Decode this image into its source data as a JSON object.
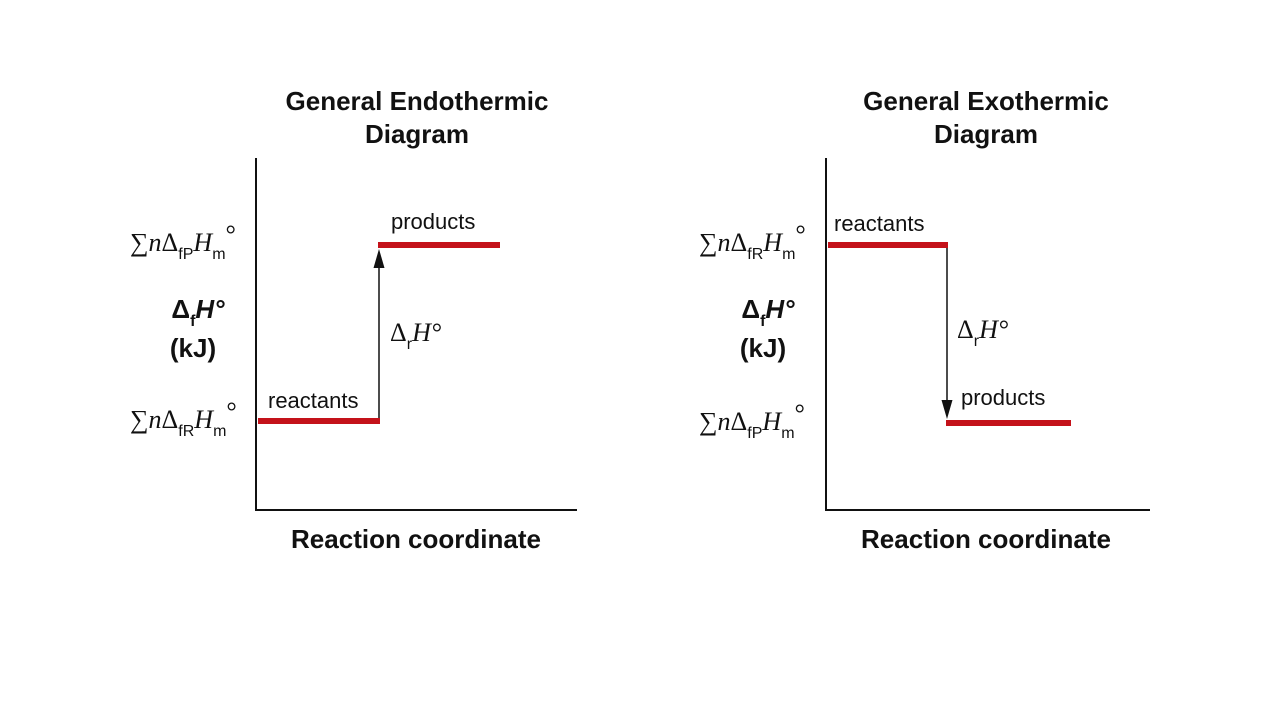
{
  "colors": {
    "level": "#c4121a",
    "axis": "#111111",
    "background": "#ffffff"
  },
  "diagrams": [
    {
      "id": "endothermic",
      "title_line1": "General Endothermic",
      "title_line2": "Diagram",
      "xlabel": "Reaction coordinate",
      "ylabel": {
        "delta": "Δ",
        "sub": "f",
        "symbol": "H°",
        "unit": "(kJ)"
      },
      "upper_level": {
        "label": "products",
        "sum": "∑",
        "n": "n",
        "delta": "Δ",
        "sub": "fP",
        "H": "H",
        "sub2": "m",
        "deg": "°"
      },
      "lower_level": {
        "label": "reactants",
        "sum": "∑",
        "n": "n",
        "delta": "Δ",
        "sub": "fR",
        "H": "H",
        "sub2": "m",
        "deg": "°"
      },
      "change": {
        "delta": "Δ",
        "sub": "r",
        "symbol": "H°",
        "direction": "up"
      }
    },
    {
      "id": "exothermic",
      "title_line1": "General Exothermic",
      "title_line2": "Diagram",
      "xlabel": "Reaction coordinate",
      "ylabel": {
        "delta": "Δ",
        "sub": "f",
        "symbol": "H°",
        "unit": "(kJ)"
      },
      "upper_level": {
        "label": "reactants",
        "sum": "∑",
        "n": "n",
        "delta": "Δ",
        "sub": "fR",
        "H": "H",
        "sub2": "m",
        "deg": "°"
      },
      "lower_level": {
        "label": "products",
        "sum": "∑",
        "n": "n",
        "delta": "Δ",
        "sub": "fP",
        "H": "H",
        "sub2": "m",
        "deg": "°"
      },
      "change": {
        "delta": "Δ",
        "sub": "r",
        "symbol": "H°",
        "direction": "down"
      }
    }
  ]
}
